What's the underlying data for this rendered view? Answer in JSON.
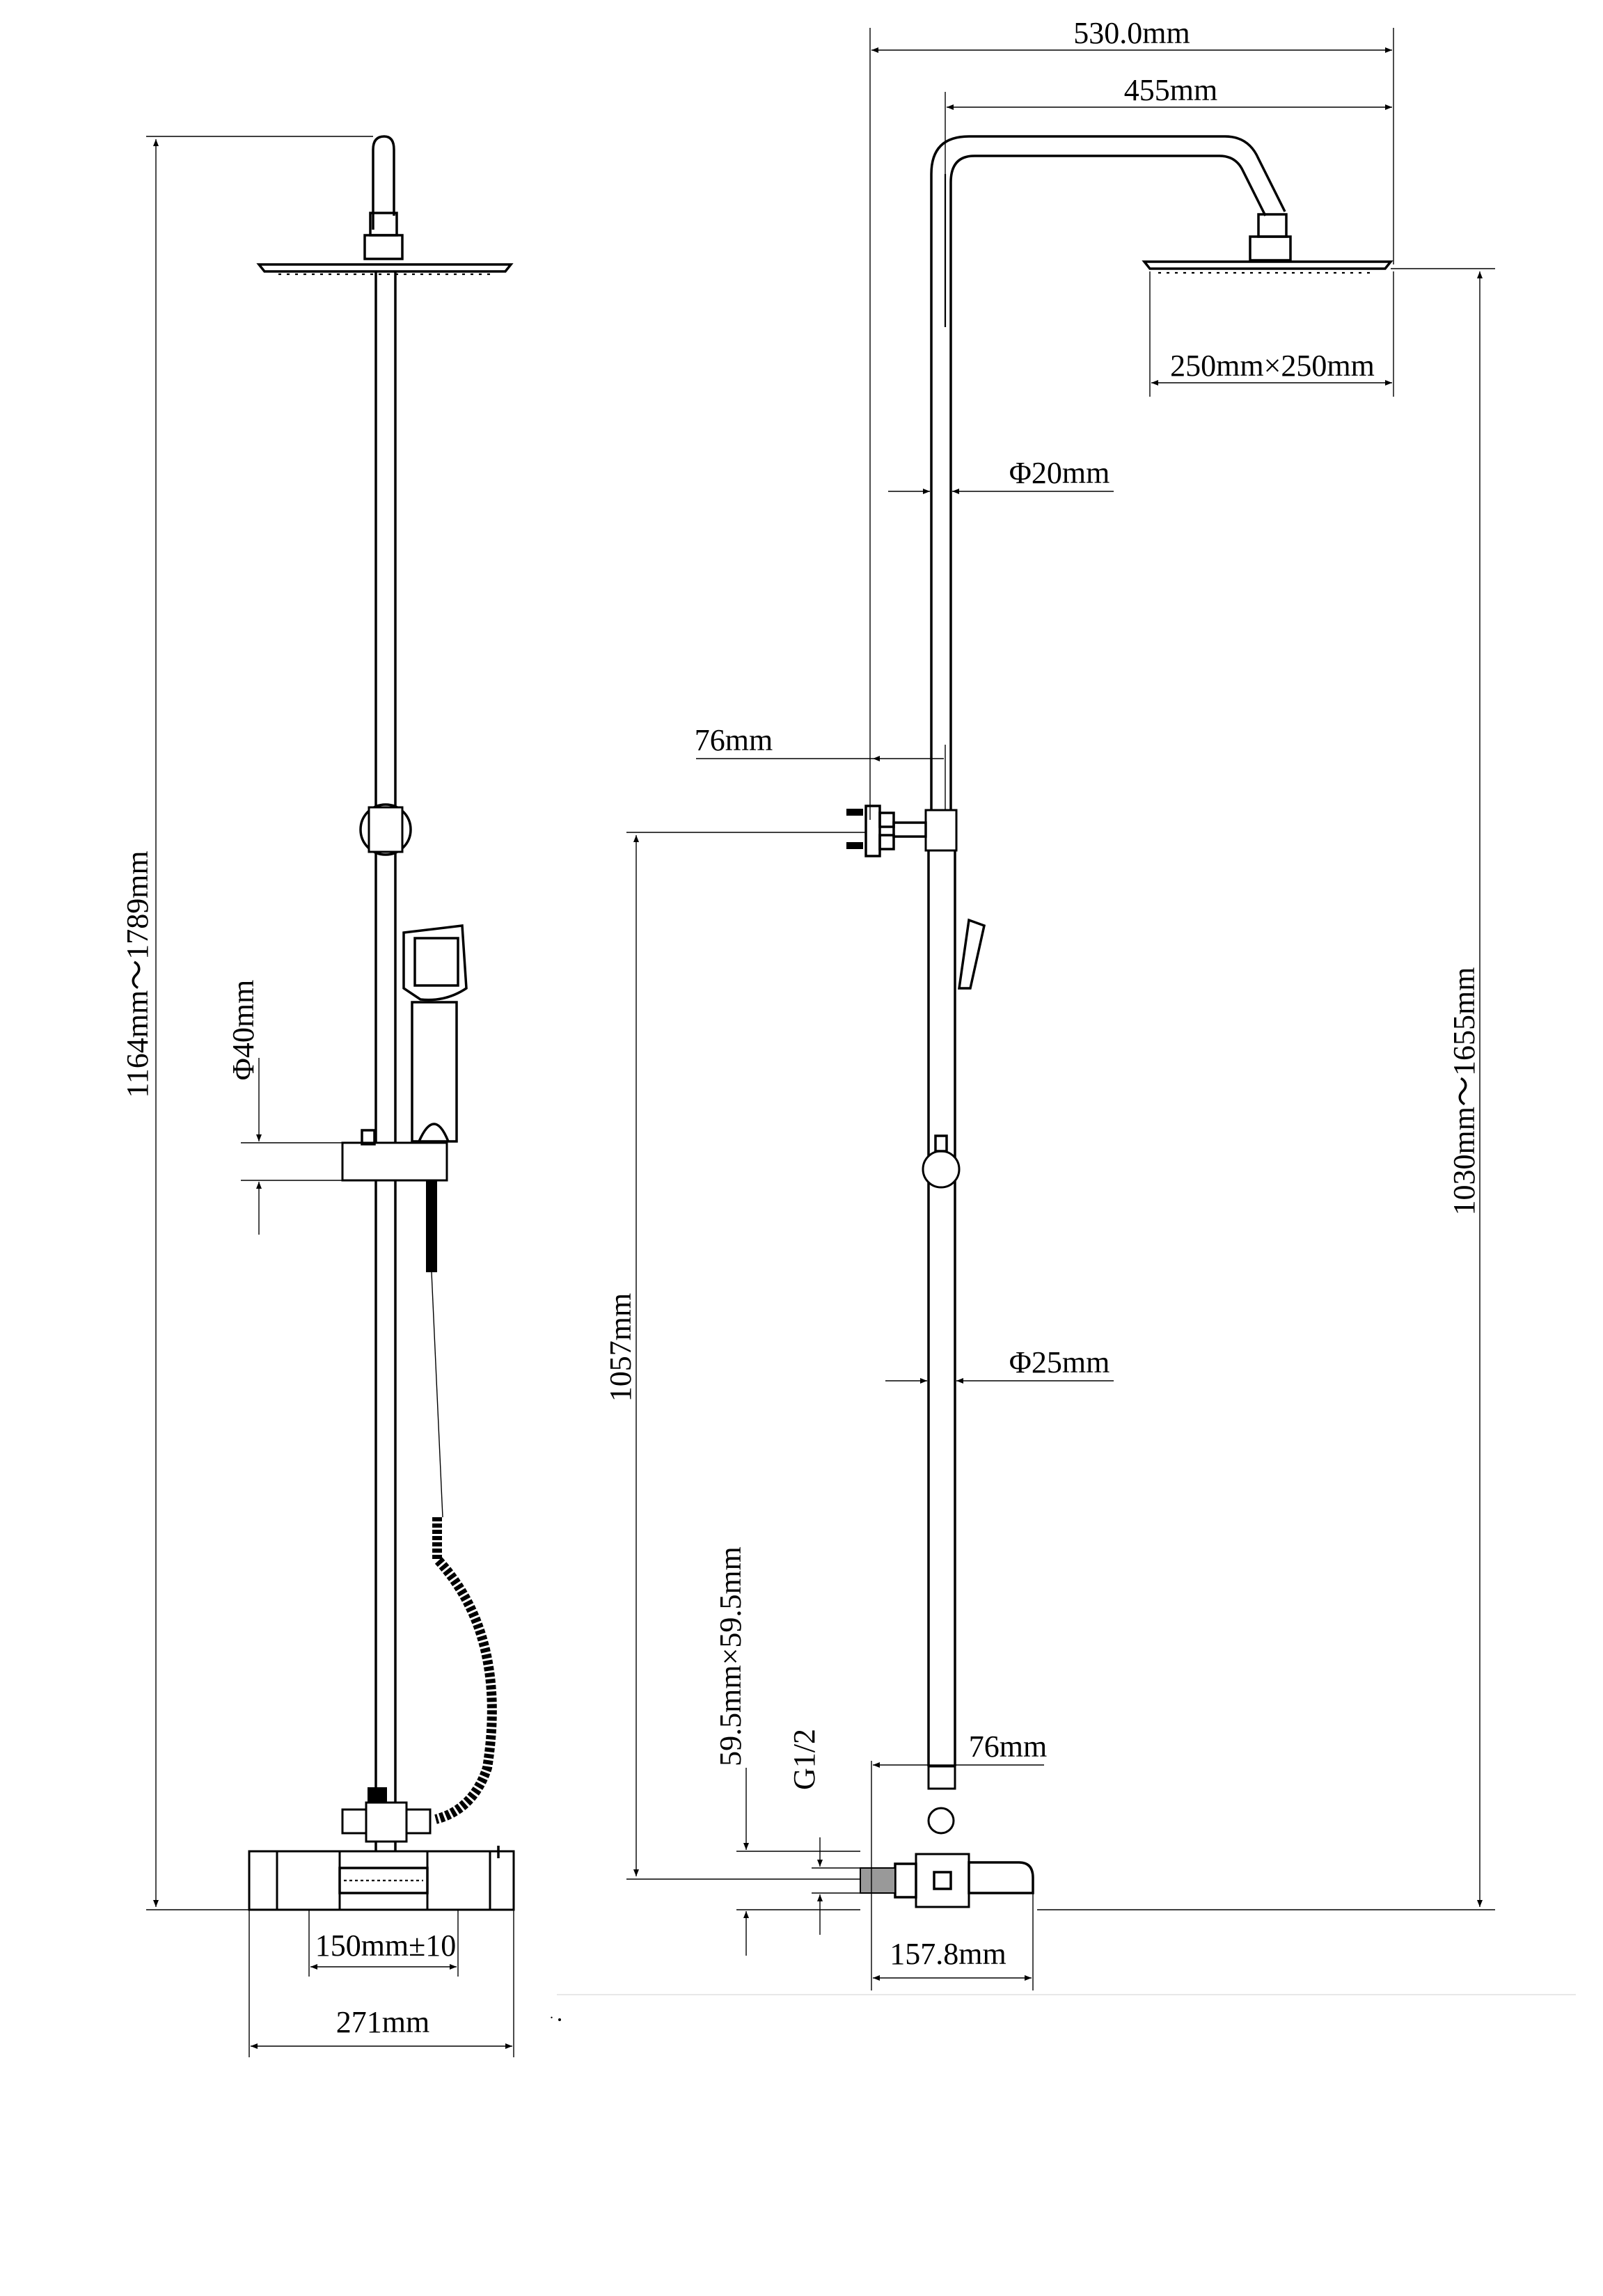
{
  "front_view": {
    "total_height": "1164mm～1789mm",
    "holder_diameter": "Φ40mm",
    "inlet_spacing": "150mm±10",
    "base_width": "271mm"
  },
  "side_view": {
    "overall_reach": "530.0mm",
    "arm_reach": "455mm",
    "head_size": "250mm×250mm",
    "upper_pipe_diameter": "Φ20mm",
    "bracket_offset": "76mm",
    "adjustable_height": "1030mm～1655mm",
    "bracket_height": "1057mm",
    "lower_pipe_diameter": "Φ25mm",
    "wall_offset": "76mm",
    "connector_size": "59.5mm×59.5mm",
    "thread": "G1/2",
    "mixer_depth": "157.8mm"
  },
  "footer": {
    "mark": "."
  }
}
